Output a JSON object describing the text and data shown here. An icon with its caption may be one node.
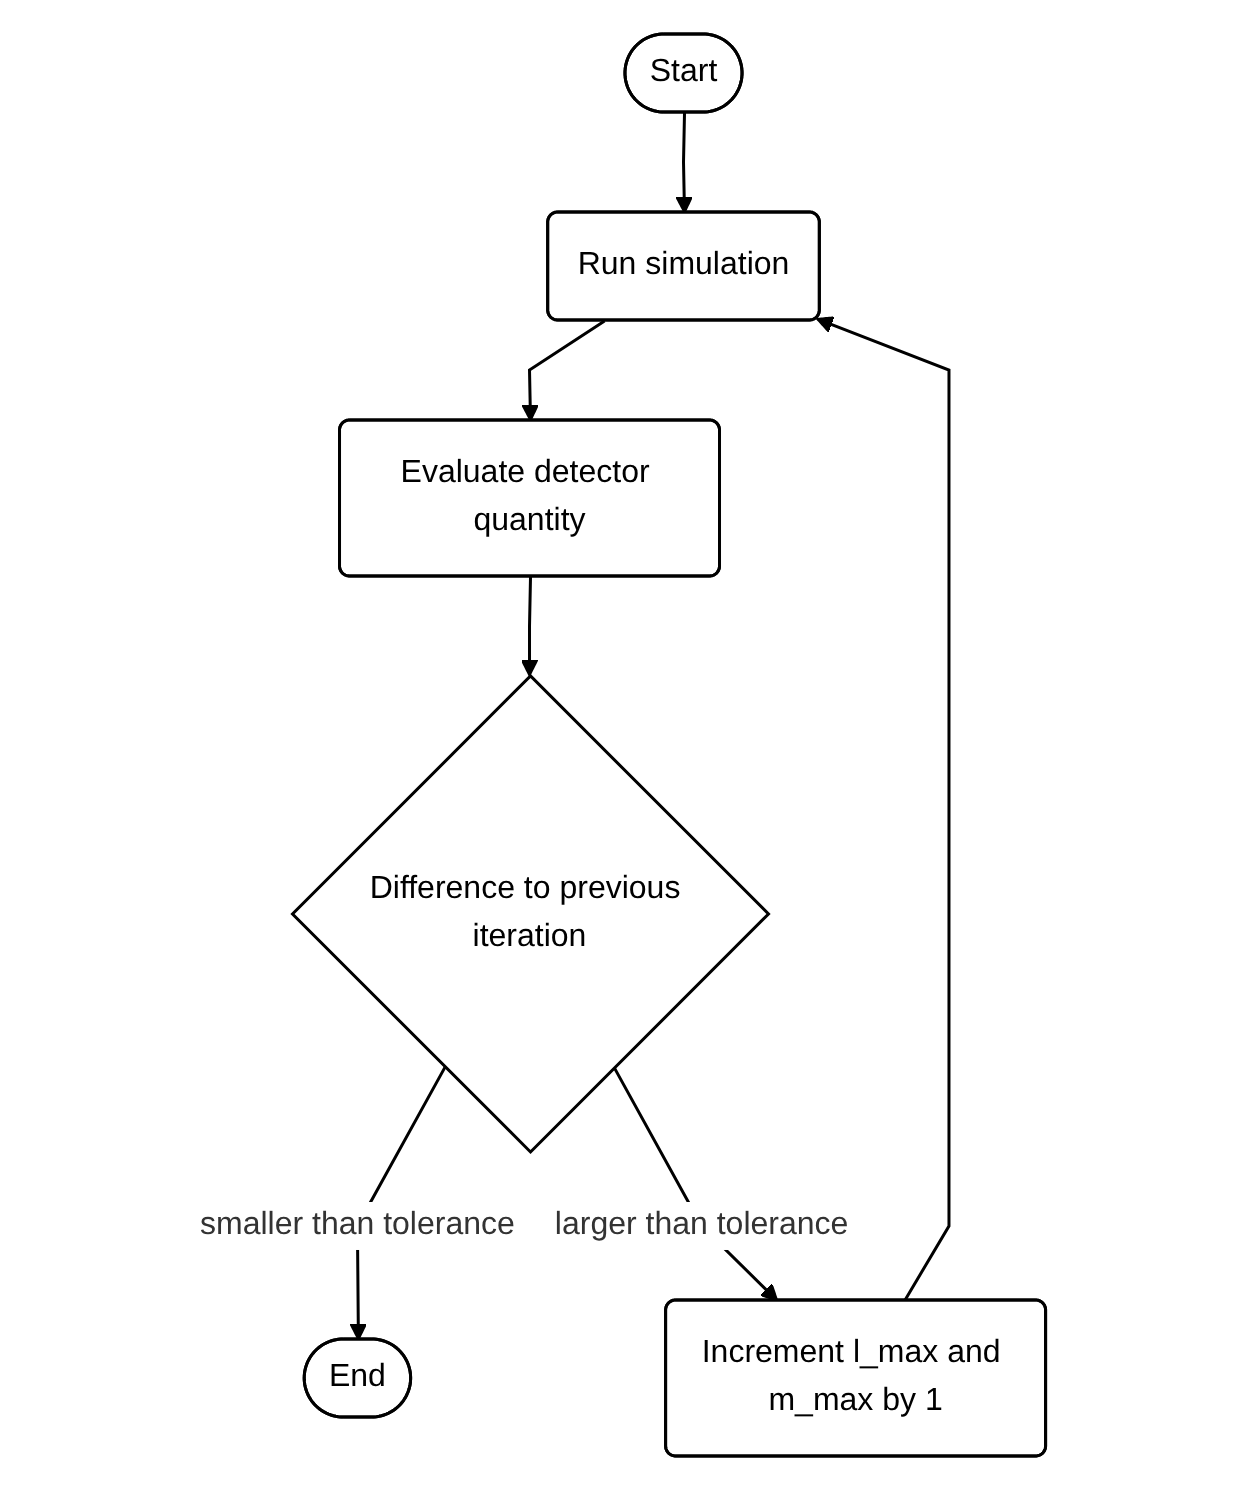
{
  "diagram": {
    "nodes": [
      {
        "text": [
          "Start"
        ]
      },
      {
        "text": [
          "Run simulation"
        ]
      },
      {
        "text": [
          "Evaluate detector quantity"
        ]
      },
      {
        "text": [
          "Difference to previous iteration"
        ]
      },
      {
        "text": [
          "Increment l_max and m_max by 1"
        ]
      },
      {
        "text": [
          "End"
        ]
      }
    ],
    "edges": [
      {
        "from": 0,
        "to": 1,
        "arrow": "to"
      },
      {
        "from": 1,
        "to": 2,
        "arrow": "to"
      },
      {
        "from": 2,
        "to": 3,
        "arrow": "to"
      },
      {
        "from": 3,
        "to": 5,
        "arrow": "to",
        "label": "smaller than tolerance"
      },
      {
        "from": 3,
        "to": 4,
        "arrow": "to",
        "label": "larger than tolerance"
      },
      {
        "from": 4,
        "to": 1,
        "arrow": "to"
      }
    ]
  }
}
